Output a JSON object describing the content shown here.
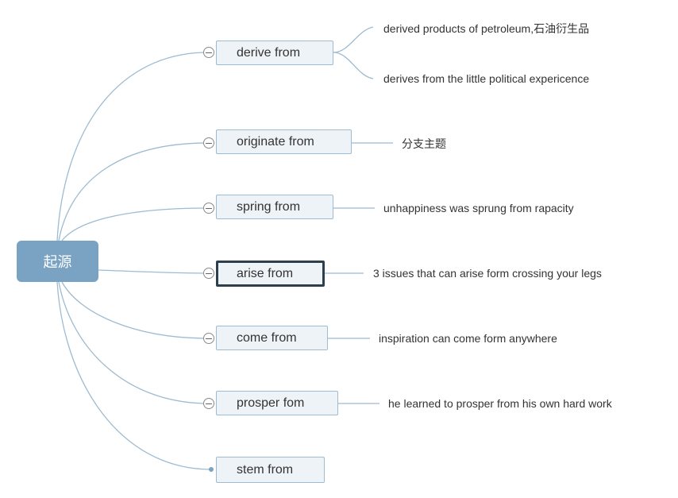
{
  "root": {
    "label": "起源"
  },
  "topics": [
    {
      "label": "derive from",
      "children": [
        "derived products of petroleum,石油衍生品",
        "derives from the little political expericence"
      ],
      "collapsed": false
    },
    {
      "label": "originate from",
      "children": [
        "分支主题"
      ],
      "collapsed": false
    },
    {
      "label": "spring from",
      "children": [
        "unhappiness was sprung from rapacity"
      ],
      "collapsed": false
    },
    {
      "label": "arise from",
      "children": [
        "3 issues that can arise form crossing your legs"
      ],
      "collapsed": false,
      "selected": true
    },
    {
      "label": "come from",
      "children": [
        "inspiration can come form anywhere"
      ],
      "collapsed": false
    },
    {
      "label": "prosper fom",
      "children": [
        "he learned to prosper from his own hard work"
      ],
      "collapsed": false
    },
    {
      "label": "stem from",
      "children": [],
      "collapsed": true
    }
  ],
  "colors": {
    "root": "#7aa2c2",
    "branch_line": "#9dbbd2",
    "node_bg": "#eef3f8",
    "selected_border": "#2e3f4c"
  }
}
